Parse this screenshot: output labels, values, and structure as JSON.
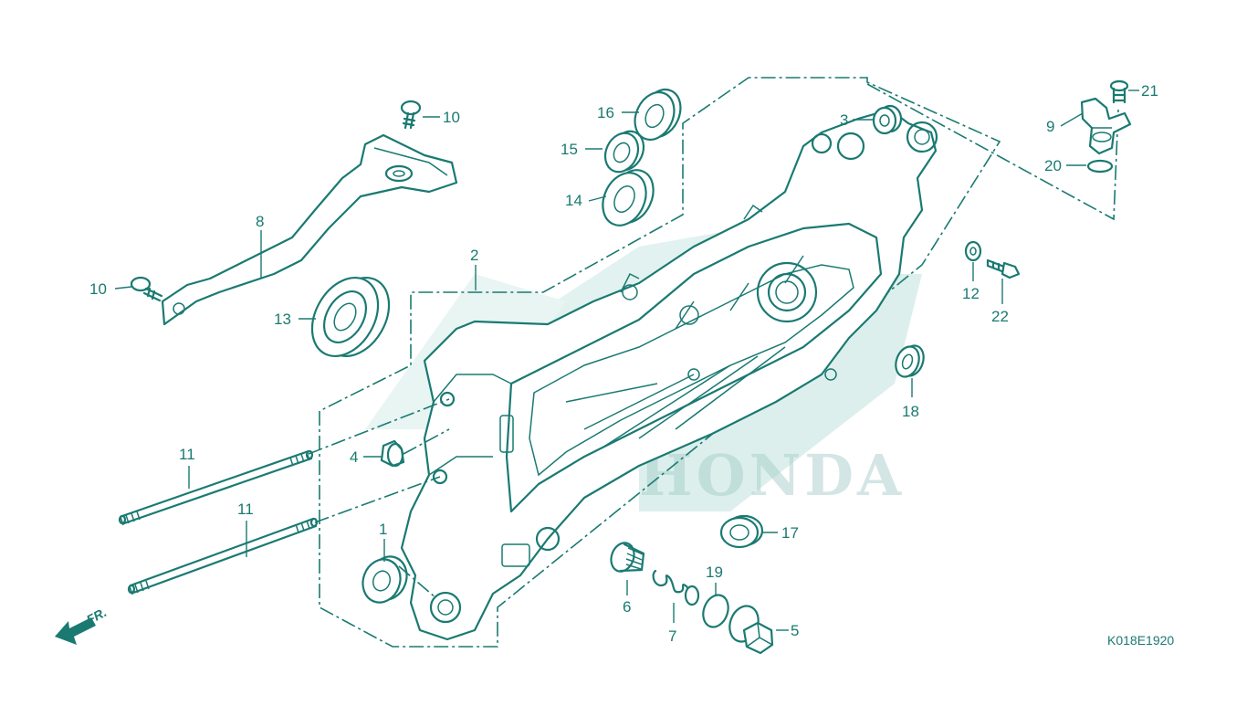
{
  "diagram": {
    "callouts": [
      {
        "id": "1",
        "text": "1"
      },
      {
        "id": "2",
        "text": "2"
      },
      {
        "id": "3",
        "text": "3"
      },
      {
        "id": "4",
        "text": "4"
      },
      {
        "id": "5",
        "text": "5"
      },
      {
        "id": "6",
        "text": "6"
      },
      {
        "id": "7",
        "text": "7"
      },
      {
        "id": "8",
        "text": "8"
      },
      {
        "id": "9",
        "text": "9"
      },
      {
        "id": "10a",
        "text": "10"
      },
      {
        "id": "10b",
        "text": "10"
      },
      {
        "id": "11a",
        "text": "11"
      },
      {
        "id": "11b",
        "text": "11"
      },
      {
        "id": "12",
        "text": "12"
      },
      {
        "id": "13",
        "text": "13"
      },
      {
        "id": "14",
        "text": "14"
      },
      {
        "id": "15",
        "text": "15"
      },
      {
        "id": "16",
        "text": "16"
      },
      {
        "id": "17",
        "text": "17"
      },
      {
        "id": "18",
        "text": "18"
      },
      {
        "id": "19",
        "text": "19"
      },
      {
        "id": "20",
        "text": "20"
      },
      {
        "id": "21",
        "text": "21"
      },
      {
        "id": "22",
        "text": "22"
      }
    ],
    "front_marker": "FR.",
    "diagram_code": "K018E1920",
    "watermark_text": "HONDA",
    "colors": {
      "line": "#1a7a72",
      "watermark": "#c9e8e3",
      "background": "#ffffff"
    }
  }
}
